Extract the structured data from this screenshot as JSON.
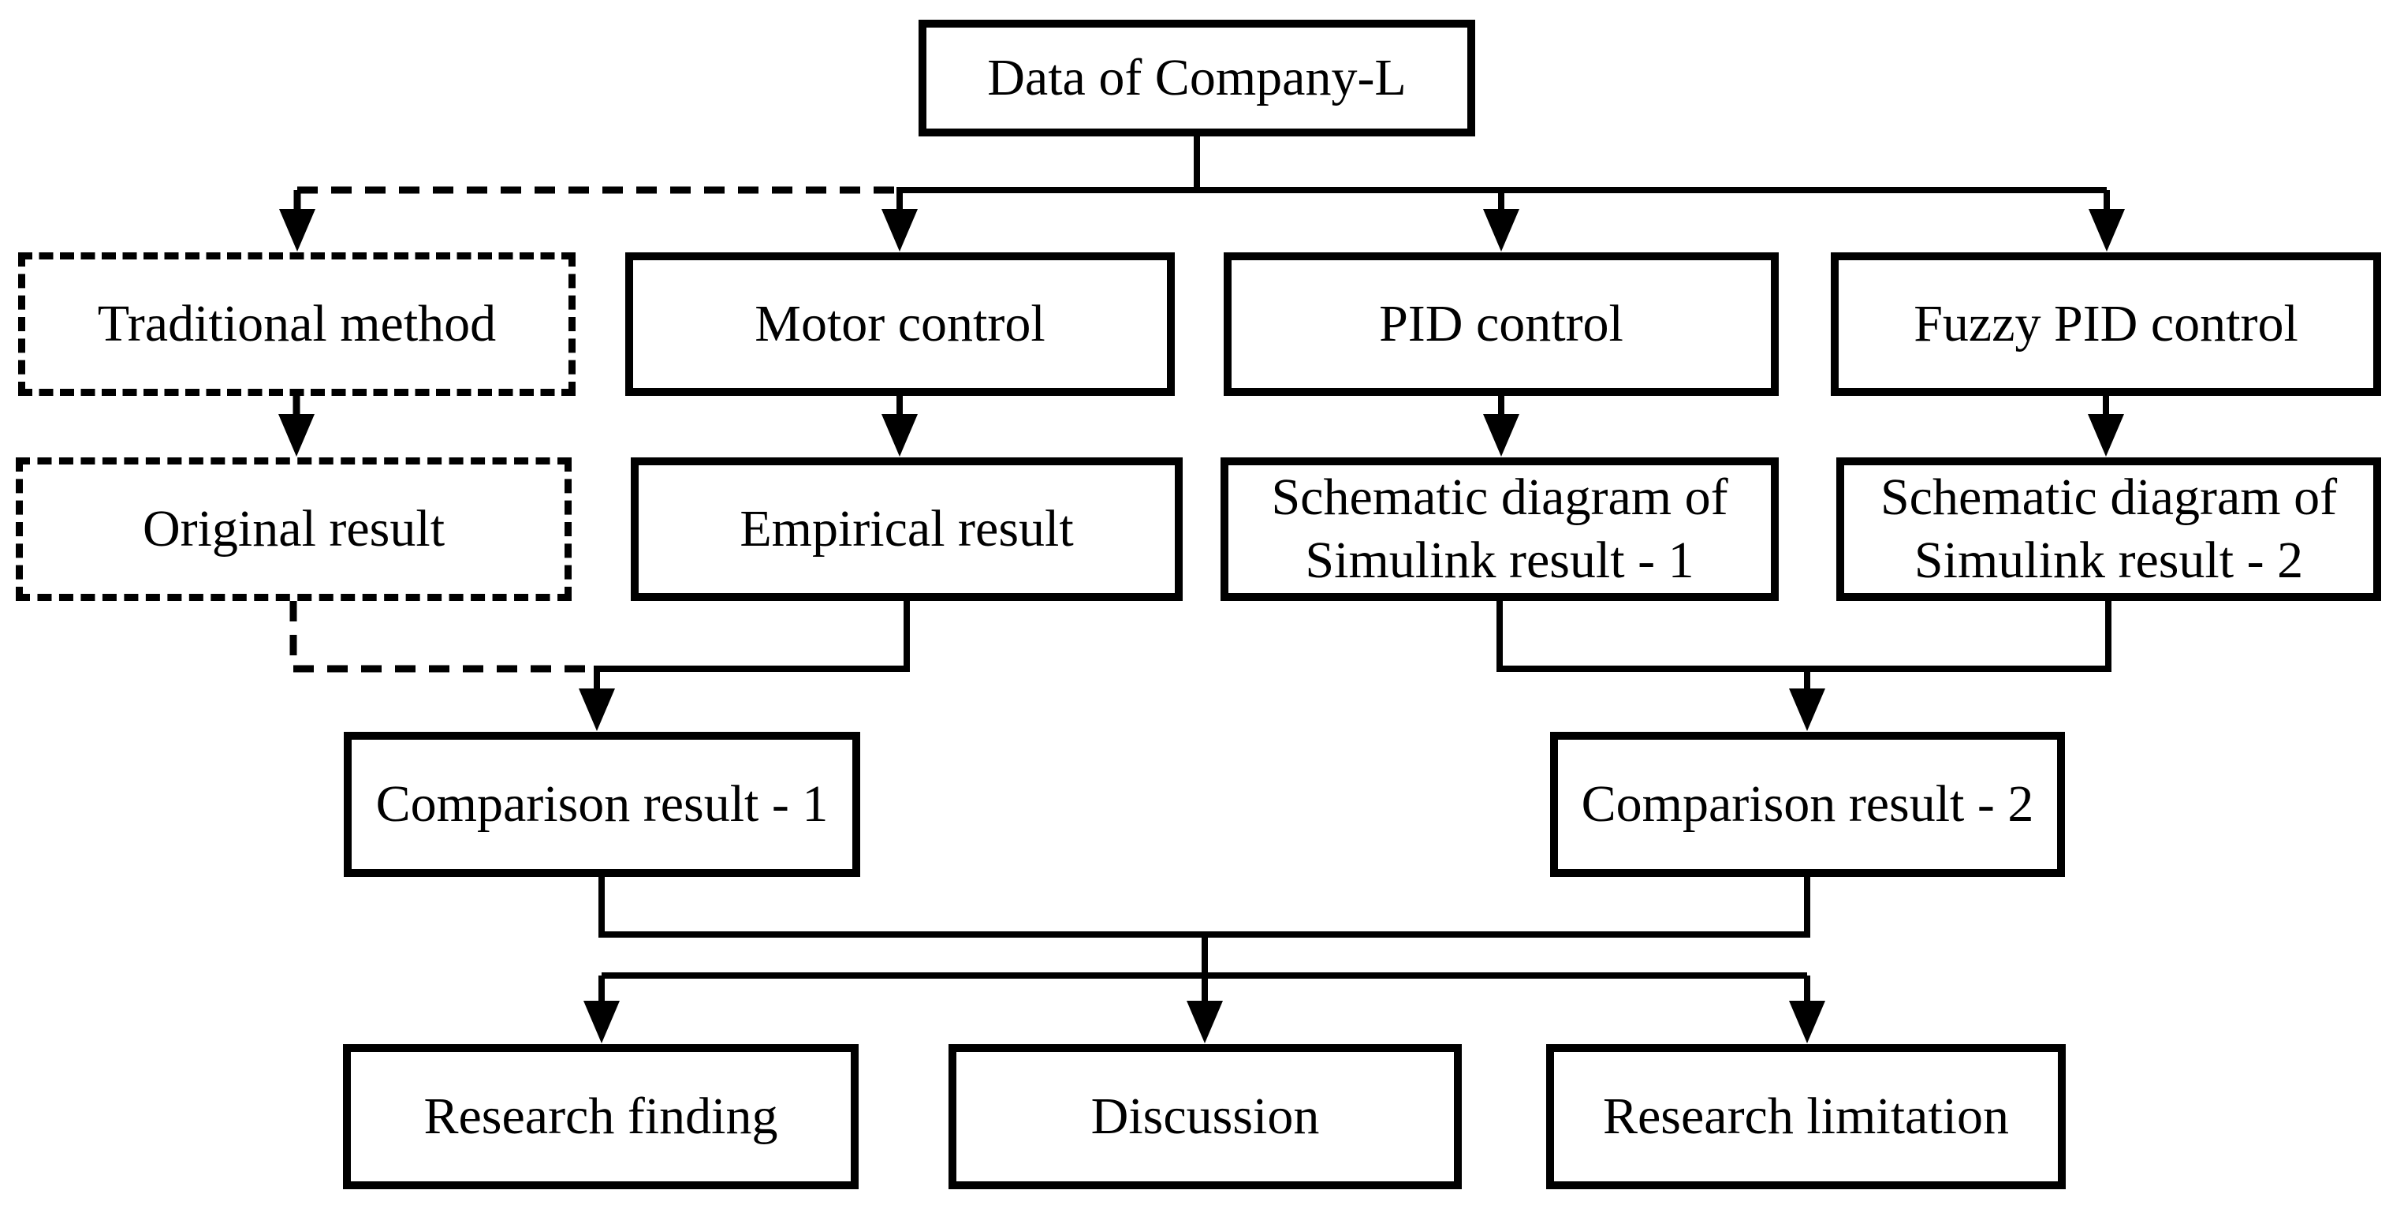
{
  "diagram_type": "flowchart",
  "colors": {
    "foreground": "#000000",
    "background": "#ffffff"
  },
  "nodes": {
    "data_of_company_l": {
      "label": "Data of Company-L",
      "border": "solid"
    },
    "traditional_method": {
      "label": "Traditional method",
      "border": "dashed"
    },
    "motor_control": {
      "label": "Motor control",
      "border": "solid"
    },
    "pid_control": {
      "label": "PID control",
      "border": "solid"
    },
    "fuzzy_pid_control": {
      "label": "Fuzzy PID control",
      "border": "solid"
    },
    "original_result": {
      "label": "Original result",
      "border": "dashed"
    },
    "empirical_result": {
      "label": "Empirical result",
      "border": "solid"
    },
    "schematic_simulink_1": {
      "label": "Schematic diagram of Simulink result - 1",
      "line1": "Schematic diagram of",
      "line2": "Simulink result - 1",
      "border": "solid"
    },
    "schematic_simulink_2": {
      "label": "Schematic diagram of Simulink result - 2",
      "line1": "Schematic diagram of",
      "line2": "Simulink result - 2",
      "border": "solid"
    },
    "comparison_result_1": {
      "label": "Comparison result - 1",
      "border": "solid"
    },
    "comparison_result_2": {
      "label": "Comparison result - 2",
      "border": "solid"
    },
    "research_finding": {
      "label": "Research finding",
      "border": "solid"
    },
    "discussion": {
      "label": "Discussion",
      "border": "solid"
    },
    "research_limitation": {
      "label": "Research limitation",
      "border": "solid"
    }
  },
  "edges": [
    {
      "from": "data_of_company_l",
      "to": "traditional_method",
      "style": "dashed"
    },
    {
      "from": "data_of_company_l",
      "to": "motor_control",
      "style": "solid"
    },
    {
      "from": "data_of_company_l",
      "to": "pid_control",
      "style": "solid"
    },
    {
      "from": "data_of_company_l",
      "to": "fuzzy_pid_control",
      "style": "solid"
    },
    {
      "from": "traditional_method",
      "to": "original_result",
      "style": "dashed"
    },
    {
      "from": "motor_control",
      "to": "empirical_result",
      "style": "solid"
    },
    {
      "from": "pid_control",
      "to": "schematic_simulink_1",
      "style": "solid"
    },
    {
      "from": "fuzzy_pid_control",
      "to": "schematic_simulink_2",
      "style": "solid"
    },
    {
      "from": "original_result",
      "to": "comparison_result_1",
      "style": "dashed"
    },
    {
      "from": "empirical_result",
      "to": "comparison_result_1",
      "style": "solid"
    },
    {
      "from": "schematic_simulink_1",
      "to": "comparison_result_2",
      "style": "solid"
    },
    {
      "from": "schematic_simulink_2",
      "to": "comparison_result_2",
      "style": "solid"
    },
    {
      "from": "comparison_result_1",
      "to": "research_finding",
      "style": "solid"
    },
    {
      "from": "comparison_result_1",
      "to": "discussion",
      "style": "solid"
    },
    {
      "from": "comparison_result_1",
      "to": "research_limitation",
      "style": "solid"
    },
    {
      "from": "comparison_result_2",
      "to": "research_finding",
      "style": "solid"
    },
    {
      "from": "comparison_result_2",
      "to": "discussion",
      "style": "solid"
    },
    {
      "from": "comparison_result_2",
      "to": "research_limitation",
      "style": "solid"
    }
  ]
}
